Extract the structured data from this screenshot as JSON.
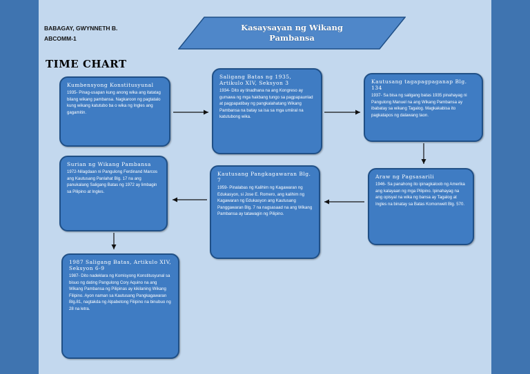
{
  "author": {
    "name": "BABAGAY, GWYNNETH B.",
    "section": "ABCOMM-1"
  },
  "heading": "TIME CHART",
  "banner": {
    "line1": "Kasaysayan ng Wikang",
    "line2": "Pambansa"
  },
  "colors": {
    "background": "#c3d8ee",
    "side_band": "#3f74b0",
    "box_fill": "#3f7cc3",
    "box_border": "#1f4f86",
    "banner_fill": "#4f87c9",
    "arrow": "#111111"
  },
  "events": [
    {
      "title": "Kumbensyong Konstitusyunal",
      "body": "1935- Pinag-usapan kung anong wika ang itatatag bilang wikang pambansa. Nagkaroon ng pagtatalo kung wikang katutubo ba o wika ng Ingles ang gagamitin."
    },
    {
      "title": "Saligang Batas ng 1935, Artikulo XIV, Seksyon 3",
      "body": "1934- Dito ay tinadhana na ang Kongreso ay gumawa ng mga hakbang tungo sa pagpapaunlad at pagpapatibay ng pangkalahatang Wikang Pambansa na batay sa isa sa mga umiiral na katutubong wika."
    },
    {
      "title": "Kautusang tagapagpaganap Blg. 134",
      "body": "1937- Sa bisa ng saligang batas 1935 pinahayag ni Pangulong Manuel na ang Wikang Pambansa ay ibabatay sa wikang Tagalog. Magkakabisa ito pagkatapos ng dalawang taon."
    },
    {
      "title": "Araw ng Pagsasarili",
      "body": "1946- Sa panahong ito ipinagkaloob ng Amerika ang kalayaan ng mga Pilipino. Ipinahayag na ang opisyal na wika ng bansa ay Tagalog at Ingles na binatay sa Batas Komonwelt Blg. 570."
    },
    {
      "title": "Kautusang Pangkagawaran Blg. 7",
      "body": "1959- Pinalabas ng Kalihim ng Kagawaran ng Edukasyon, si Jose E. Romero, ang kalihim ng Kagawaran ng Edukasyon ang Kautusang Panggawaran Blg. 7 na nagsasaad na ang Wikang Pambansa ay tatawagin ng Pilipino."
    },
    {
      "title": "Surian ng Wikang Pambansa",
      "body": "1972-Nilagdaan ni Pangulong Ferdinand Marcos ang Kautusang Panlahat Blg. 17 na ang panukalang Saligang Batas ng 1972 ay limbagin sa Pilipino at Ingles."
    },
    {
      "title": "1987 Saligang Batas, Artikulo XIV, Seksyon 6-9",
      "body": "1987- Dito nadeklara ng Komisyong Konstitusyunal sa bisuo ng dating Pangulong Cory Aquino na ang Wikang Pambansa ng Pilipinas ay kikilaning Wikang Filipino. Ayon naman sa Kautusang Pangkagawaran Blg.81, nagtakda ng Alpabetong Filipino na binubuo ng 28 na letra."
    }
  ]
}
